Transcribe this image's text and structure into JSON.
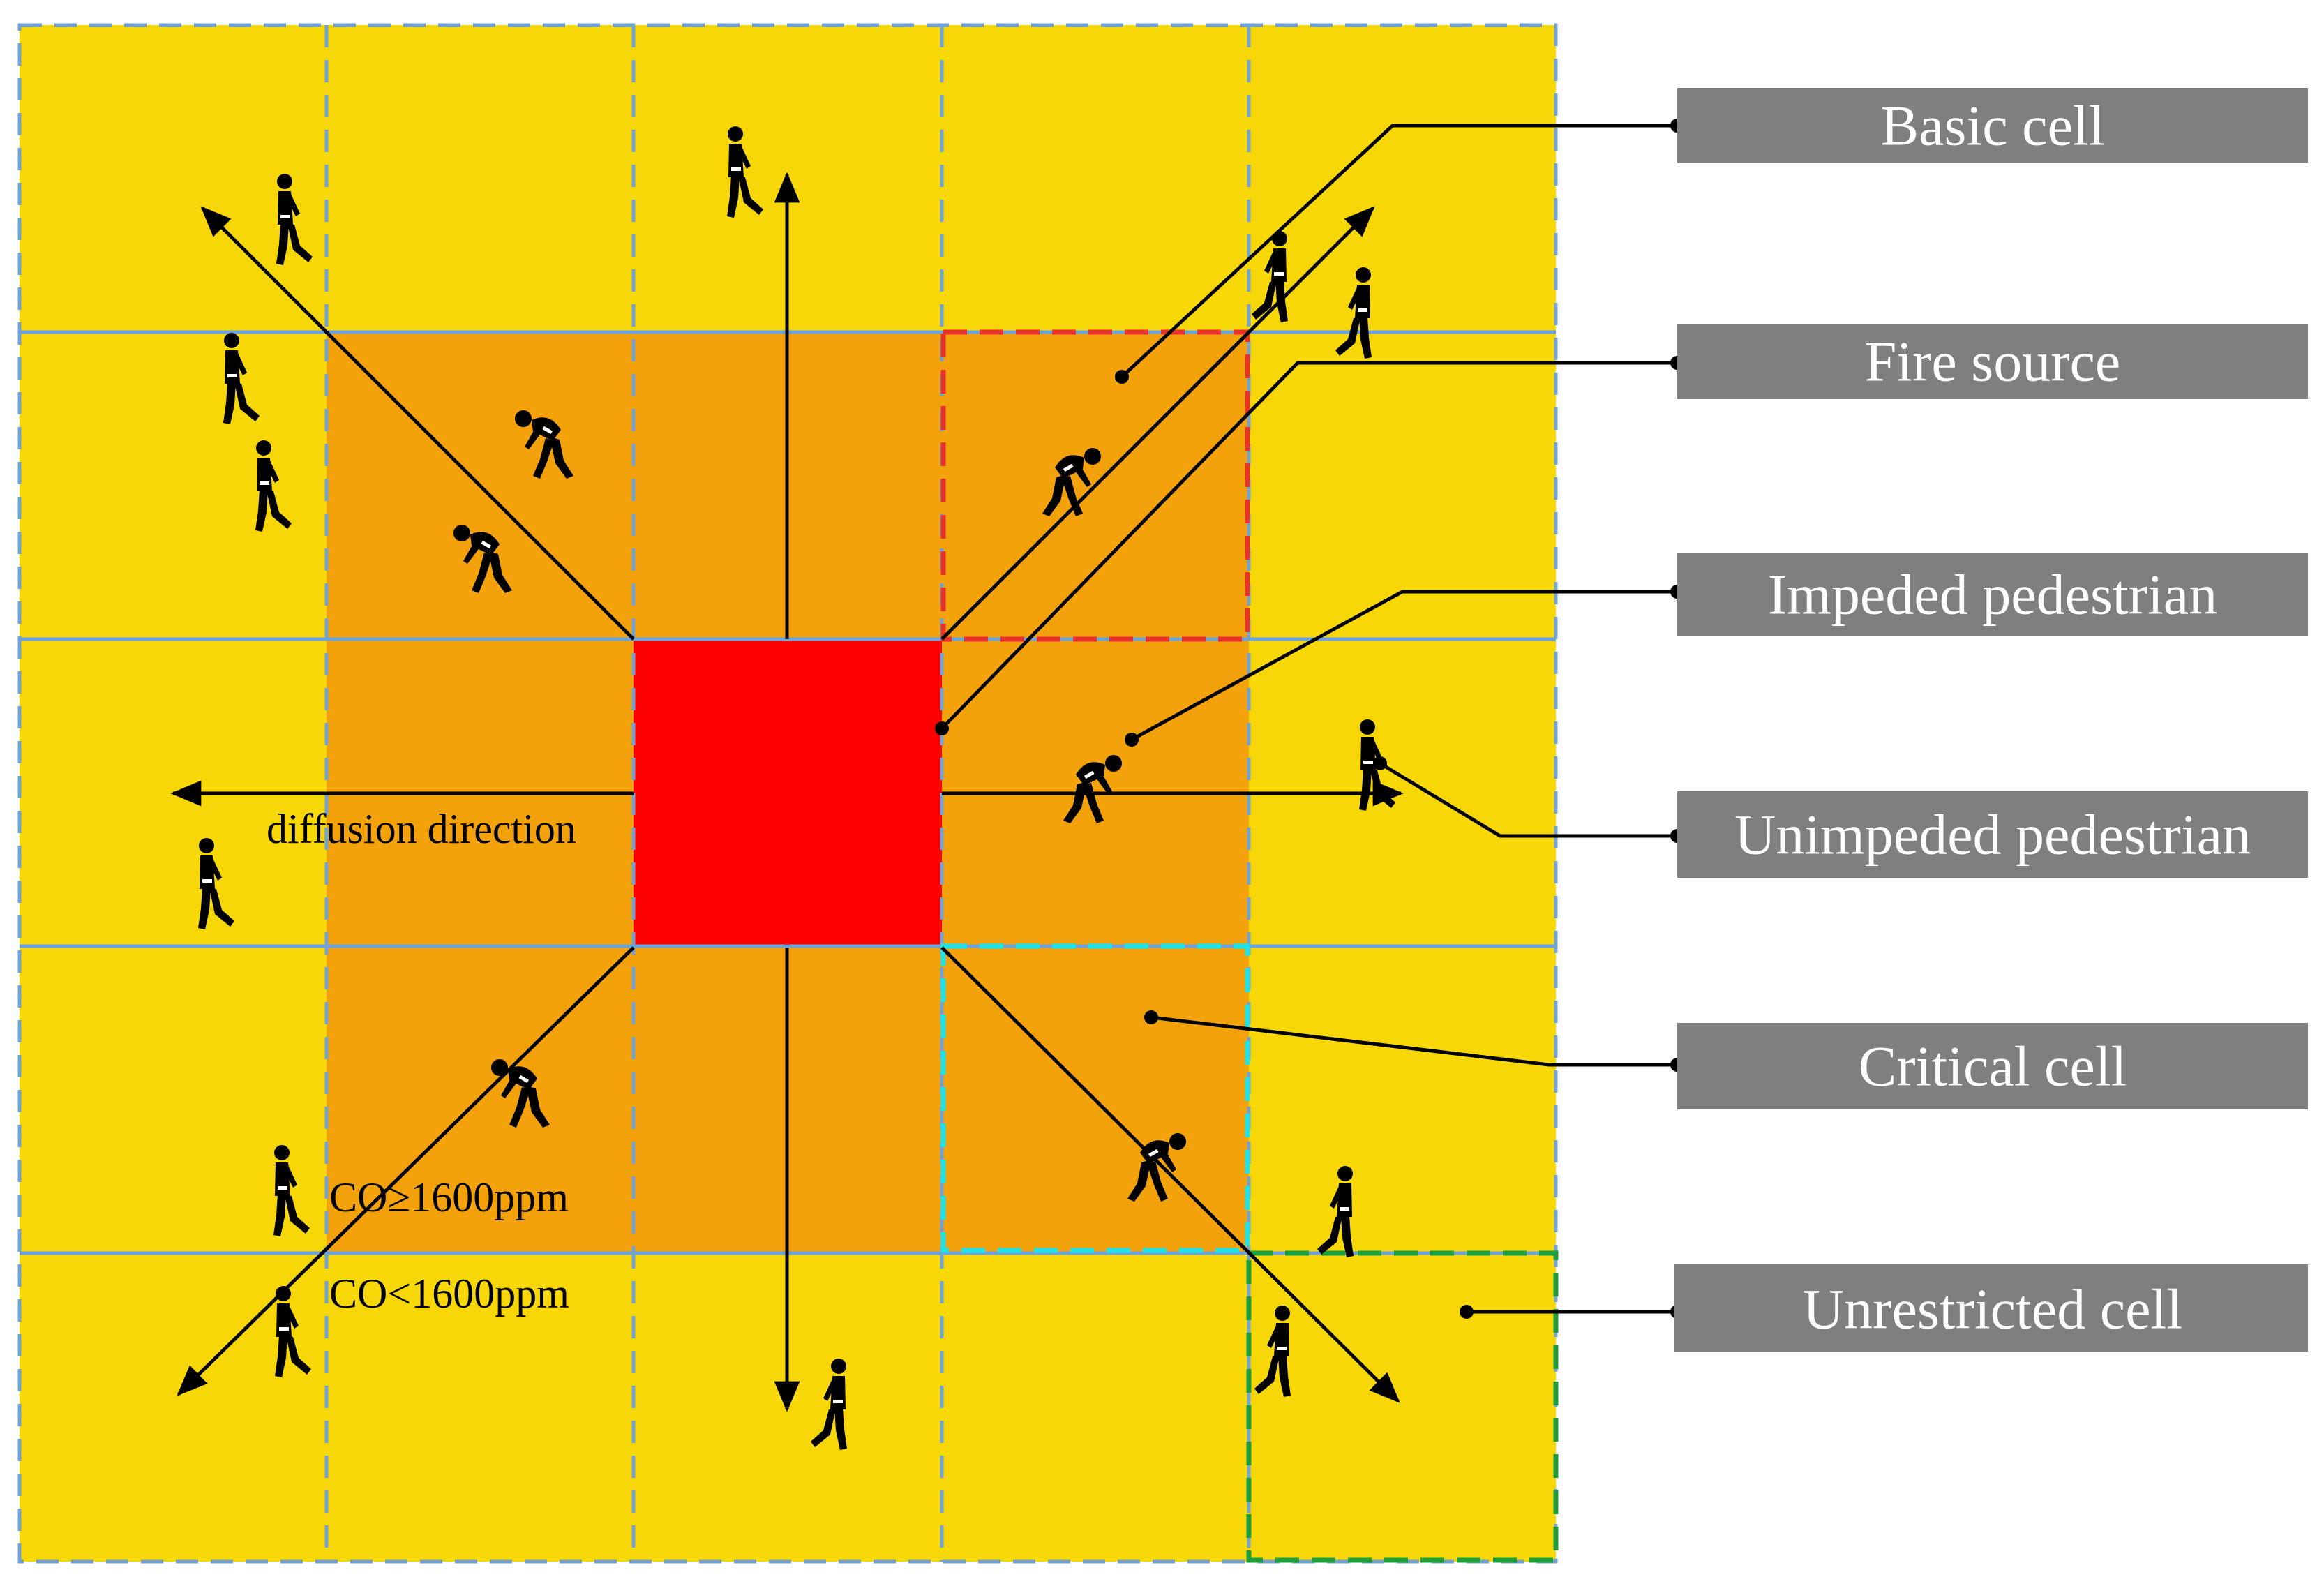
{
  "colors": {
    "unrestricted_zone": "#F7D708",
    "impeded_zone": "#F3A20C",
    "fire_source": "#FF0000",
    "grid_line": "#6FA3D6",
    "basic_cell_outline": "#E8322A",
    "critical_cell_outline": "#1EE3E8",
    "unrestricted_cell_outline": "#1F9E3A",
    "legend_box": "#7F7F7F",
    "legend_text": "#FFFFFF"
  },
  "labels": {
    "diffusion_direction": "diffusion direction",
    "co_high": "CO≥1600ppm",
    "co_low": "CO<1600ppm"
  },
  "legend": [
    {
      "label": "Basic cell"
    },
    {
      "label": "Fire source"
    },
    {
      "label": "Impeded pedestrian"
    },
    {
      "label": "Unimpeded pedestrian"
    },
    {
      "label": "Critical cell"
    },
    {
      "label": "Unrestricted cell"
    }
  ],
  "icons": {
    "walking": "walking-pedestrian-icon",
    "crouching": "crouching-pedestrian-icon"
  }
}
